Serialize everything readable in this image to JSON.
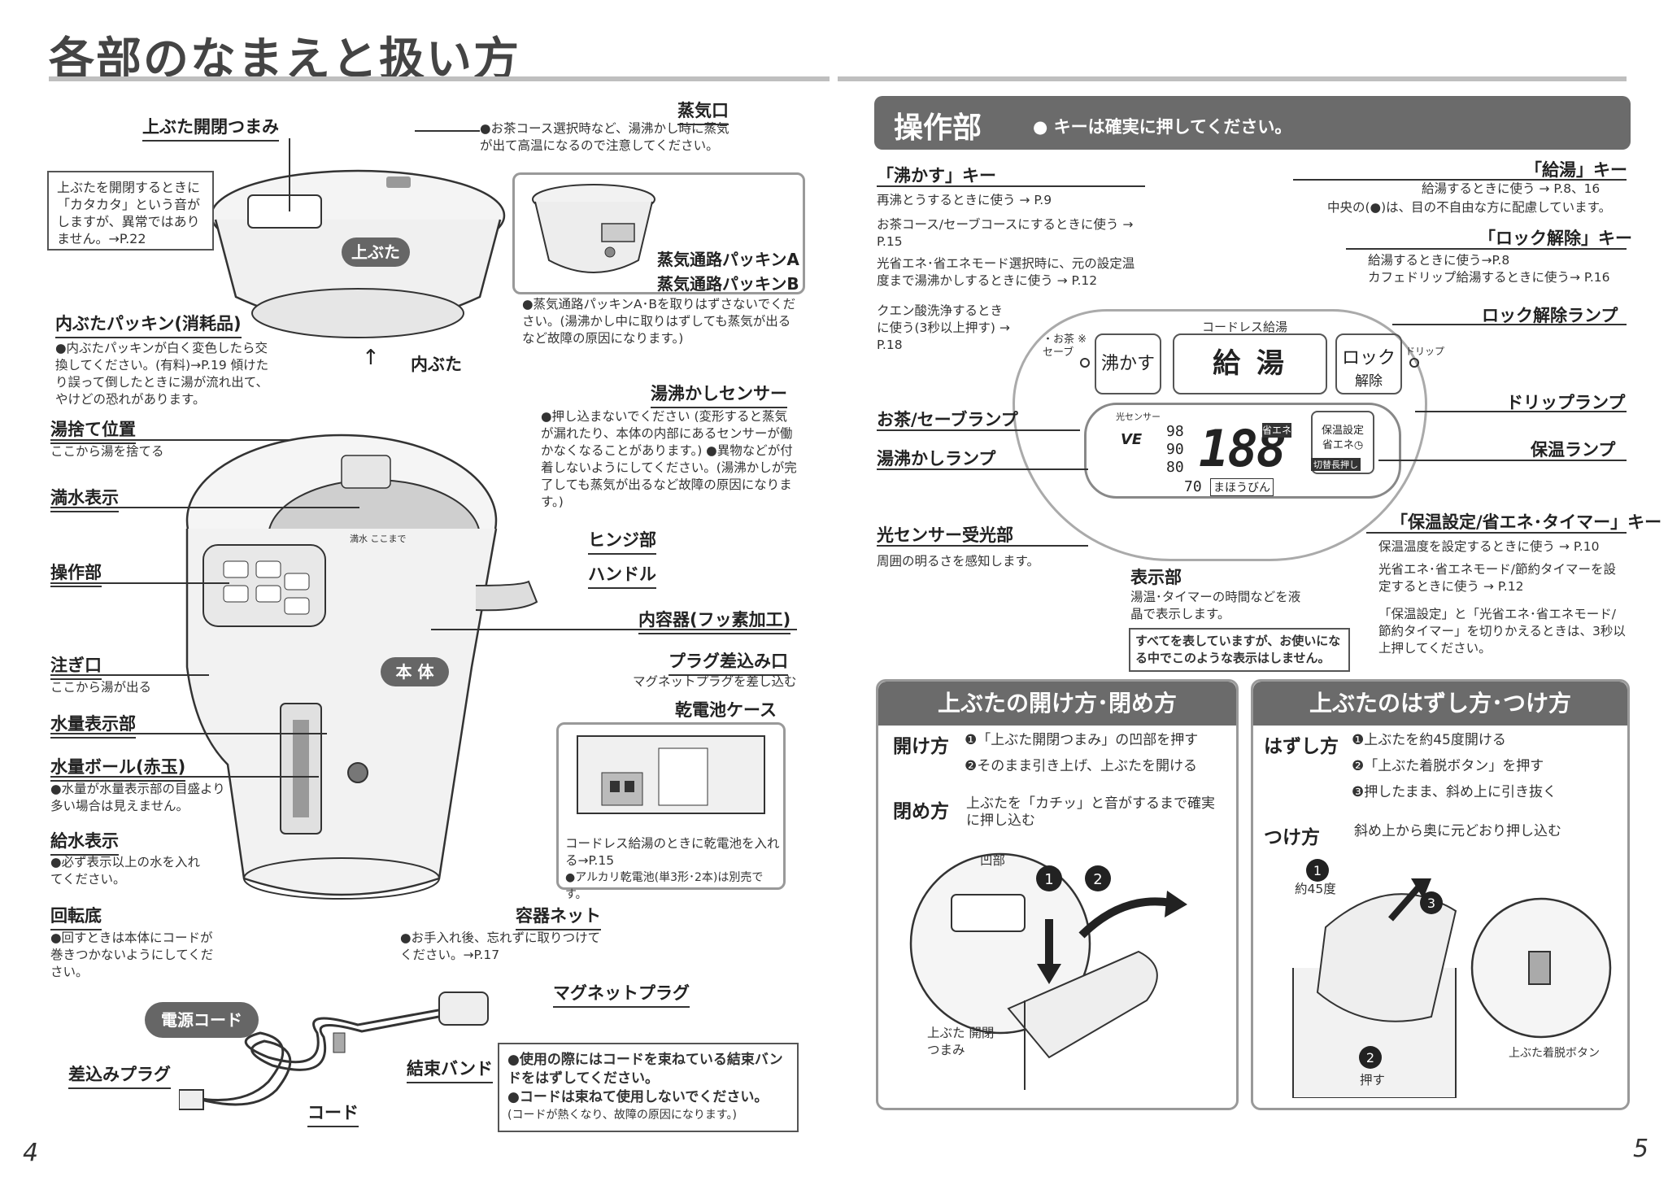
{
  "page_title": "各部のなまえと扱い方",
  "left": {
    "lid_knob": "上ぶた開閉つまみ",
    "lid_knob_note": "上ぶたを開閉するときに「カタカタ」という音がしますが、異常ではありません。→P.22",
    "steam_vent": "蒸気口",
    "steam_vent_note": "●お茶コース選択時など、湯沸かし時に蒸気が出て高温になるので注意してください。",
    "lid_badge": "上ぶた",
    "packing_a": "蒸気通路パッキンA",
    "packing_b": "蒸気通路パッキンB",
    "packing_note": "●蒸気通路パッキンA･Bを取りはずさないでください。(湯沸かし中に取りはずしても蒸気が出るなど故障の原因になります。)",
    "inner_lid_packing": "内ぶたパッキン(消耗品)",
    "inner_lid_packing_note": "●内ぶたパッキンが白く変色したら交換してください。(有料)→P.19 傾けたり誤って倒したときに湯が流れ出て、やけどの恐れがあります。",
    "inner_lid": "内ぶた",
    "sensor": "湯沸かしセンサー",
    "sensor_note": "●押し込まないでください (変形すると蒸気が漏れたり、本体の内部にあるセンサーが働かなくなることがあります。) ●異物などが付着しないようにしてください。(湯沸かしが完了しても蒸気が出るなど故障の原因になります。)",
    "drain_pos": "湯捨て位置",
    "drain_pos_note": "ここから湯を捨てる",
    "full_mark": "満水表示",
    "control": "操作部",
    "hinge": "ヒンジ部",
    "handle": "ハンドル",
    "inner_pot": "内容器(フッ素加工)",
    "plug_port": "プラグ差込み口",
    "plug_port_note": "マグネットプラグを差し込む",
    "battery": "乾電池ケース",
    "battery_note": "コードレス給湯のときに乾電池を入れる→P.15",
    "battery_note2": "●アルカリ乾電池(単3形･2本)は別売です。",
    "spout": "注ぎ口",
    "spout_note": "ここから湯が出る",
    "body_badge": "本 体",
    "water_gauge": "水量表示部",
    "water_ball": "水量ボール(赤玉)",
    "water_ball_note": "●水量が水量表示部の目盛より多い場合は見えません。",
    "fill_mark": "給水表示",
    "fill_mark_note": "●必ず表示以上の水を入れてください。",
    "rotating_base": "回転底",
    "rotating_base_note": "●回すときは本体にコードが巻きつかないようにしてください。",
    "net": "容器ネット",
    "net_note": "●お手入れ後、忘れずに取りつけてください。→P.17",
    "cord_badge": "電源コード",
    "magnet_plug": "マグネットプラグ",
    "plug": "差込みプラグ",
    "band": "結束バンド",
    "cord": "コード",
    "cord_note1": "●使用の際にはコードを束ねている結束バンドをはずしてください。",
    "cord_note2": "●コードは束ねて使用しないでください。",
    "cord_note3": "(コードが熱くなり、故障の原因になります。)",
    "inner_mark": "満水 ここまで",
    "page_number": "4"
  },
  "right": {
    "section_title": "操作部",
    "section_note": "● キーは確実に押してください。",
    "boil_key": "「沸かす」キー",
    "boil_note1": "再沸とうするときに使う → P.9",
    "boil_note2": "お茶コース/セーブコースにするときに使う → P.15",
    "boil_note3": "光省エネ･省エネモード選択時に、元の設定温度まで湯沸かしするときに使う → P.12",
    "boil_note4": "クエン酸洗浄するときに使う(3秒以上押す) → P.18",
    "dispense_key": "「給湯」キー",
    "dispense_note1": "給湯するときに使う → P.8、16",
    "dispense_note2": "中央の(●)は、目の不自由な方に配慮しています。",
    "unlock_key": "「ロック解除」キー",
    "unlock_note1": "給湯するときに使う→P.8",
    "unlock_note2": "カフェドリップ給湯するときに使う→ P.16",
    "unlock_lamp": "ロック解除ランプ",
    "drip_lamp": "ドリップランプ",
    "keep_lamp": "保温ランプ",
    "tea_lamp": "お茶/セーブランプ",
    "boil_lamp": "湯沸かしランプ",
    "light_sensor": "光センサー受光部",
    "light_sensor_note": "周囲の明るさを感知します。",
    "display": "表示部",
    "display_note": "湯温･タイマーの時間などを液晶で表示します。",
    "display_note2": "すべてを表していますが、お使いになる中でこのような表示はしません。",
    "keep_key": "「保温設定/省エネ･タイマー」キー",
    "keep_note1": "保温温度を設定するときに使う → P.10",
    "keep_note2": "光省エネ･省エネモード/節約タイマーを設定するときに使う → P.12",
    "keep_note3": "「保温設定」と「光省エネ･省エネモード/節約タイマー」を切りかえるときは、3秒以上押してください。",
    "panel": {
      "cordless": "コードレス給湯",
      "tea_small": "・お茶 ※セーブ",
      "boil_btn": "沸かす",
      "dispense_btn": "給 湯",
      "lock_btn": "ロック",
      "unlock_btn": "解除",
      "drip_small": "ドリップ",
      "sensor_small": "光センサー",
      "ve": "VE",
      "t98": "98",
      "t90": "90",
      "t80": "80",
      "t70": "70",
      "digits": "188",
      "eco_small": "省エネ",
      "mahou": "まほうびん",
      "keep_small1": "保温設定",
      "keep_small2": "省エネ◷",
      "keep_small3": "切替長押し"
    },
    "lid_open_title": "上ぶたの開け方･閉め方",
    "open_label": "開け方",
    "open_step1": "❶「上ぶた開閉つまみ」の凹部を押す",
    "open_step2": "❷そのまま引き上げ、上ぶたを開ける",
    "close_label": "閉め方",
    "close_text": "上ぶたを「カチッ」と音がするまで確実に押し込む",
    "dent": "凹部",
    "knob_small": "上ぶた 開閉つまみ",
    "lid_remove_title": "上ぶたのはずし方･つけ方",
    "remove_label": "はずし方",
    "remove_step1": "❶上ぶたを約45度開ける",
    "remove_step2": "❷「上ぶた着脱ボタン」を押す",
    "remove_step3": "❸押したまま、斜め上に引き抜く",
    "attach_label": "つけ方",
    "attach_text": "斜め上から奥に元どおり押し込む",
    "deg45": "約45度",
    "press": "押す",
    "detach_btn": "上ぶた着脱ボタン",
    "page_number": "5"
  }
}
